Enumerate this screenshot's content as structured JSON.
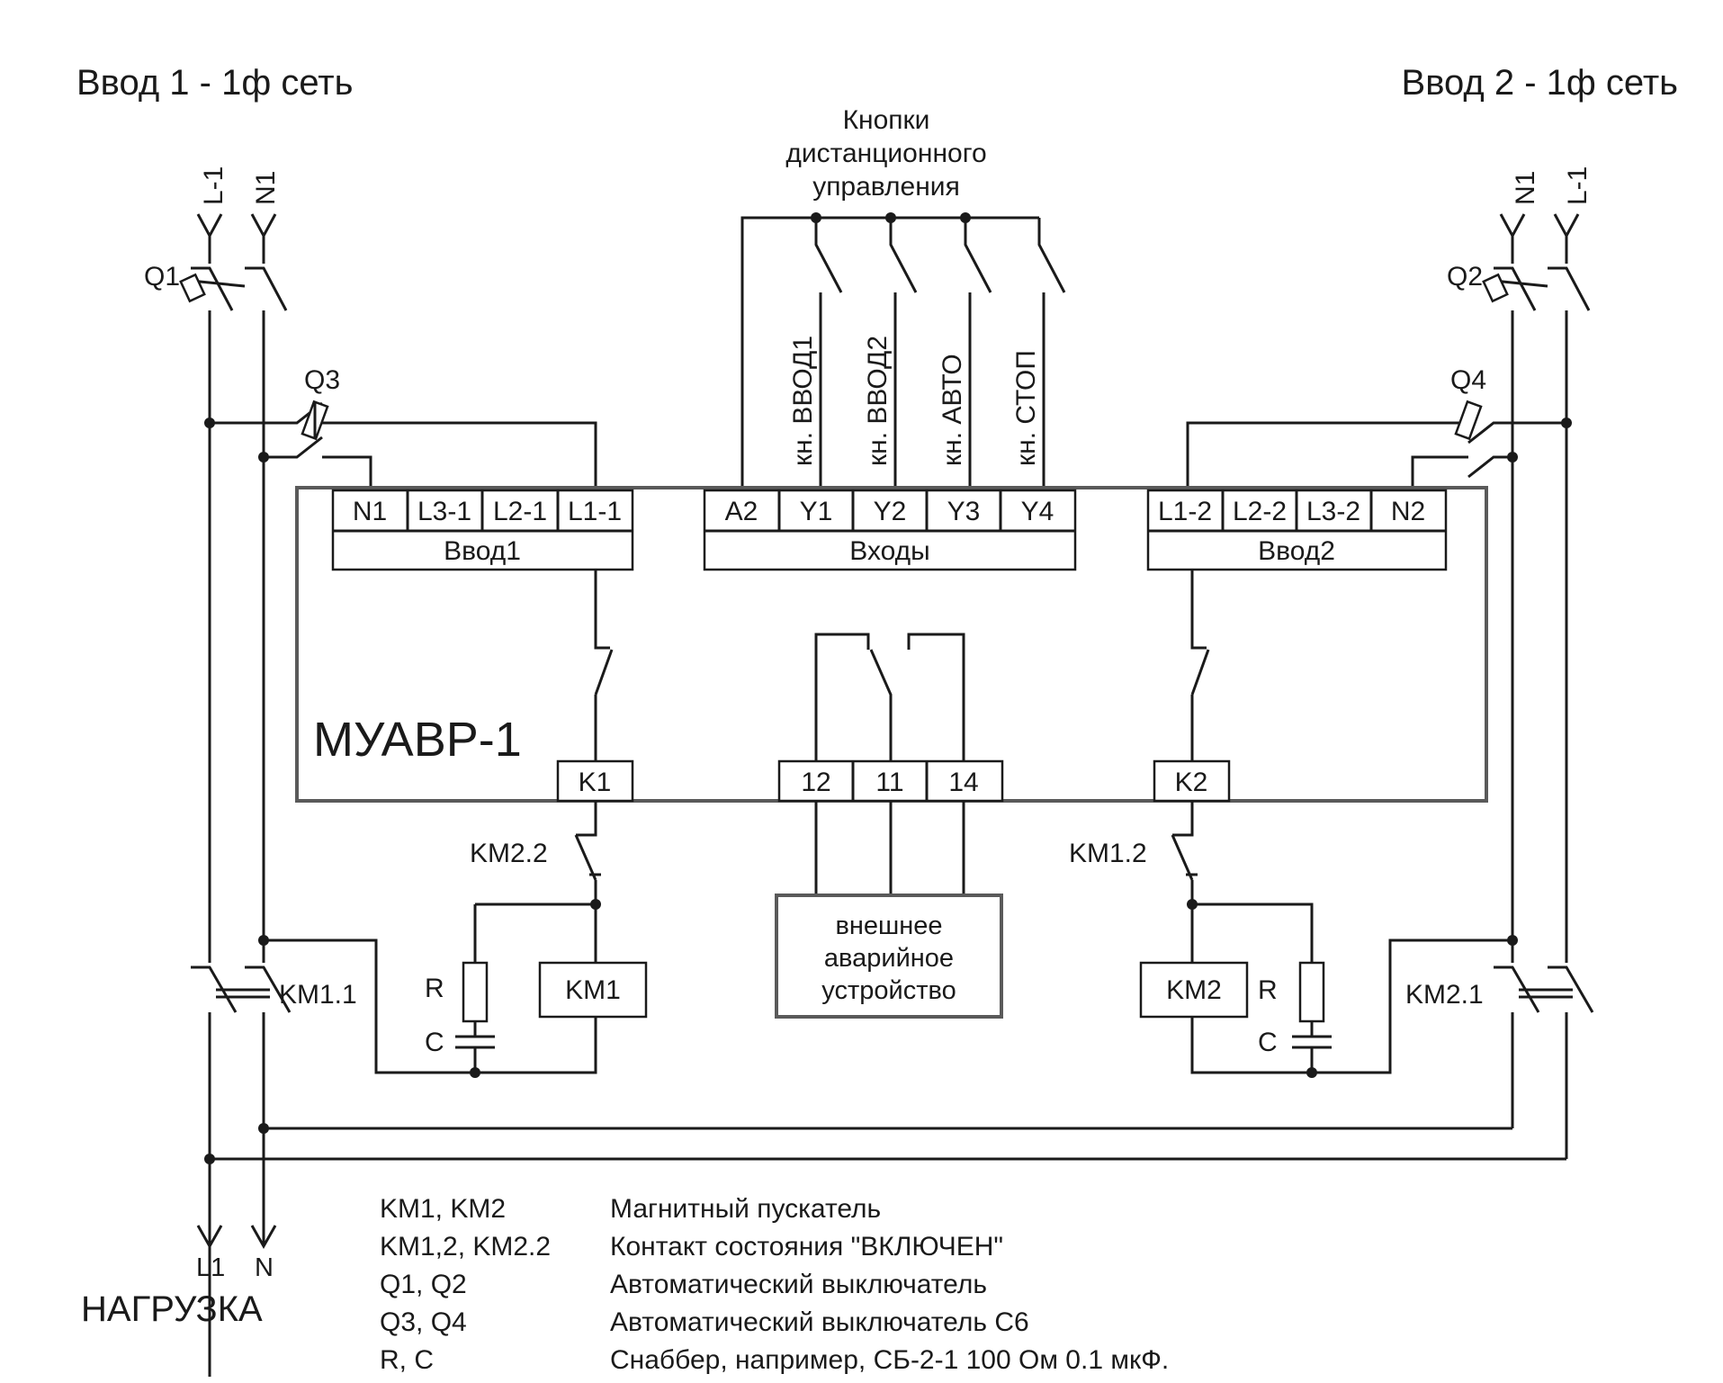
{
  "headers": {
    "input1": "Ввод 1 - 1ф сеть",
    "input2": "Ввод 2 - 1ф сеть"
  },
  "remote_buttons": {
    "title": [
      "Кнопки",
      "дистанционного",
      "управления"
    ],
    "buttons": [
      "кн. ВВОД1",
      "кн. ВВОД2",
      "кн. АВТО",
      "кн. СТОП"
    ]
  },
  "device": {
    "name": "МУАВР-1",
    "vvod1": {
      "label": "Ввод1",
      "terminals": [
        "N1",
        "L3-1",
        "L2-1",
        "L1-1"
      ]
    },
    "inputs": {
      "label": "Входы",
      "terminals": [
        "A2",
        "Y1",
        "Y2",
        "Y3",
        "Y4"
      ]
    },
    "vvod2": {
      "label": "Ввод2",
      "terminals": [
        "L1-2",
        "L2-2",
        "L3-2",
        "N2"
      ]
    },
    "outputs": {
      "k1": "K1",
      "k2": "K2",
      "relay": [
        "12",
        "11",
        "14"
      ]
    }
  },
  "left_source": {
    "line": "L-1",
    "neutral": "N1",
    "breaker": "Q1"
  },
  "right_source": {
    "line": "L-1",
    "neutral": "N1",
    "breaker": "Q2"
  },
  "components": {
    "q3": "Q3",
    "q4": "Q4",
    "km22": "KM2.2",
    "km12": "KM1.2",
    "km11": "KM1.1",
    "km21": "KM2.1",
    "km1": "KM1",
    "km2": "KM2",
    "r": "R",
    "c": "C"
  },
  "external_device": [
    "внешнее",
    "аварийное",
    "устройство"
  ],
  "load": {
    "l1": "L1",
    "n": "N",
    "title": "НАГРУЗКА"
  },
  "legend": [
    {
      "key": "KM1, KM2",
      "value": "Магнитный пускатель"
    },
    {
      "key": "KM1,2, KM2.2",
      "value": "Контакт состояния \"ВКЛЮЧЕН\""
    },
    {
      "key": "Q1, Q2",
      "value": "Автоматический выключатель"
    },
    {
      "key": "Q3, Q4",
      "value": "Автоматический выключатель С6"
    },
    {
      "key": "R, C",
      "value": "Снаббер, например, СБ-2-1 100 Ом 0.1 мкФ."
    }
  ]
}
